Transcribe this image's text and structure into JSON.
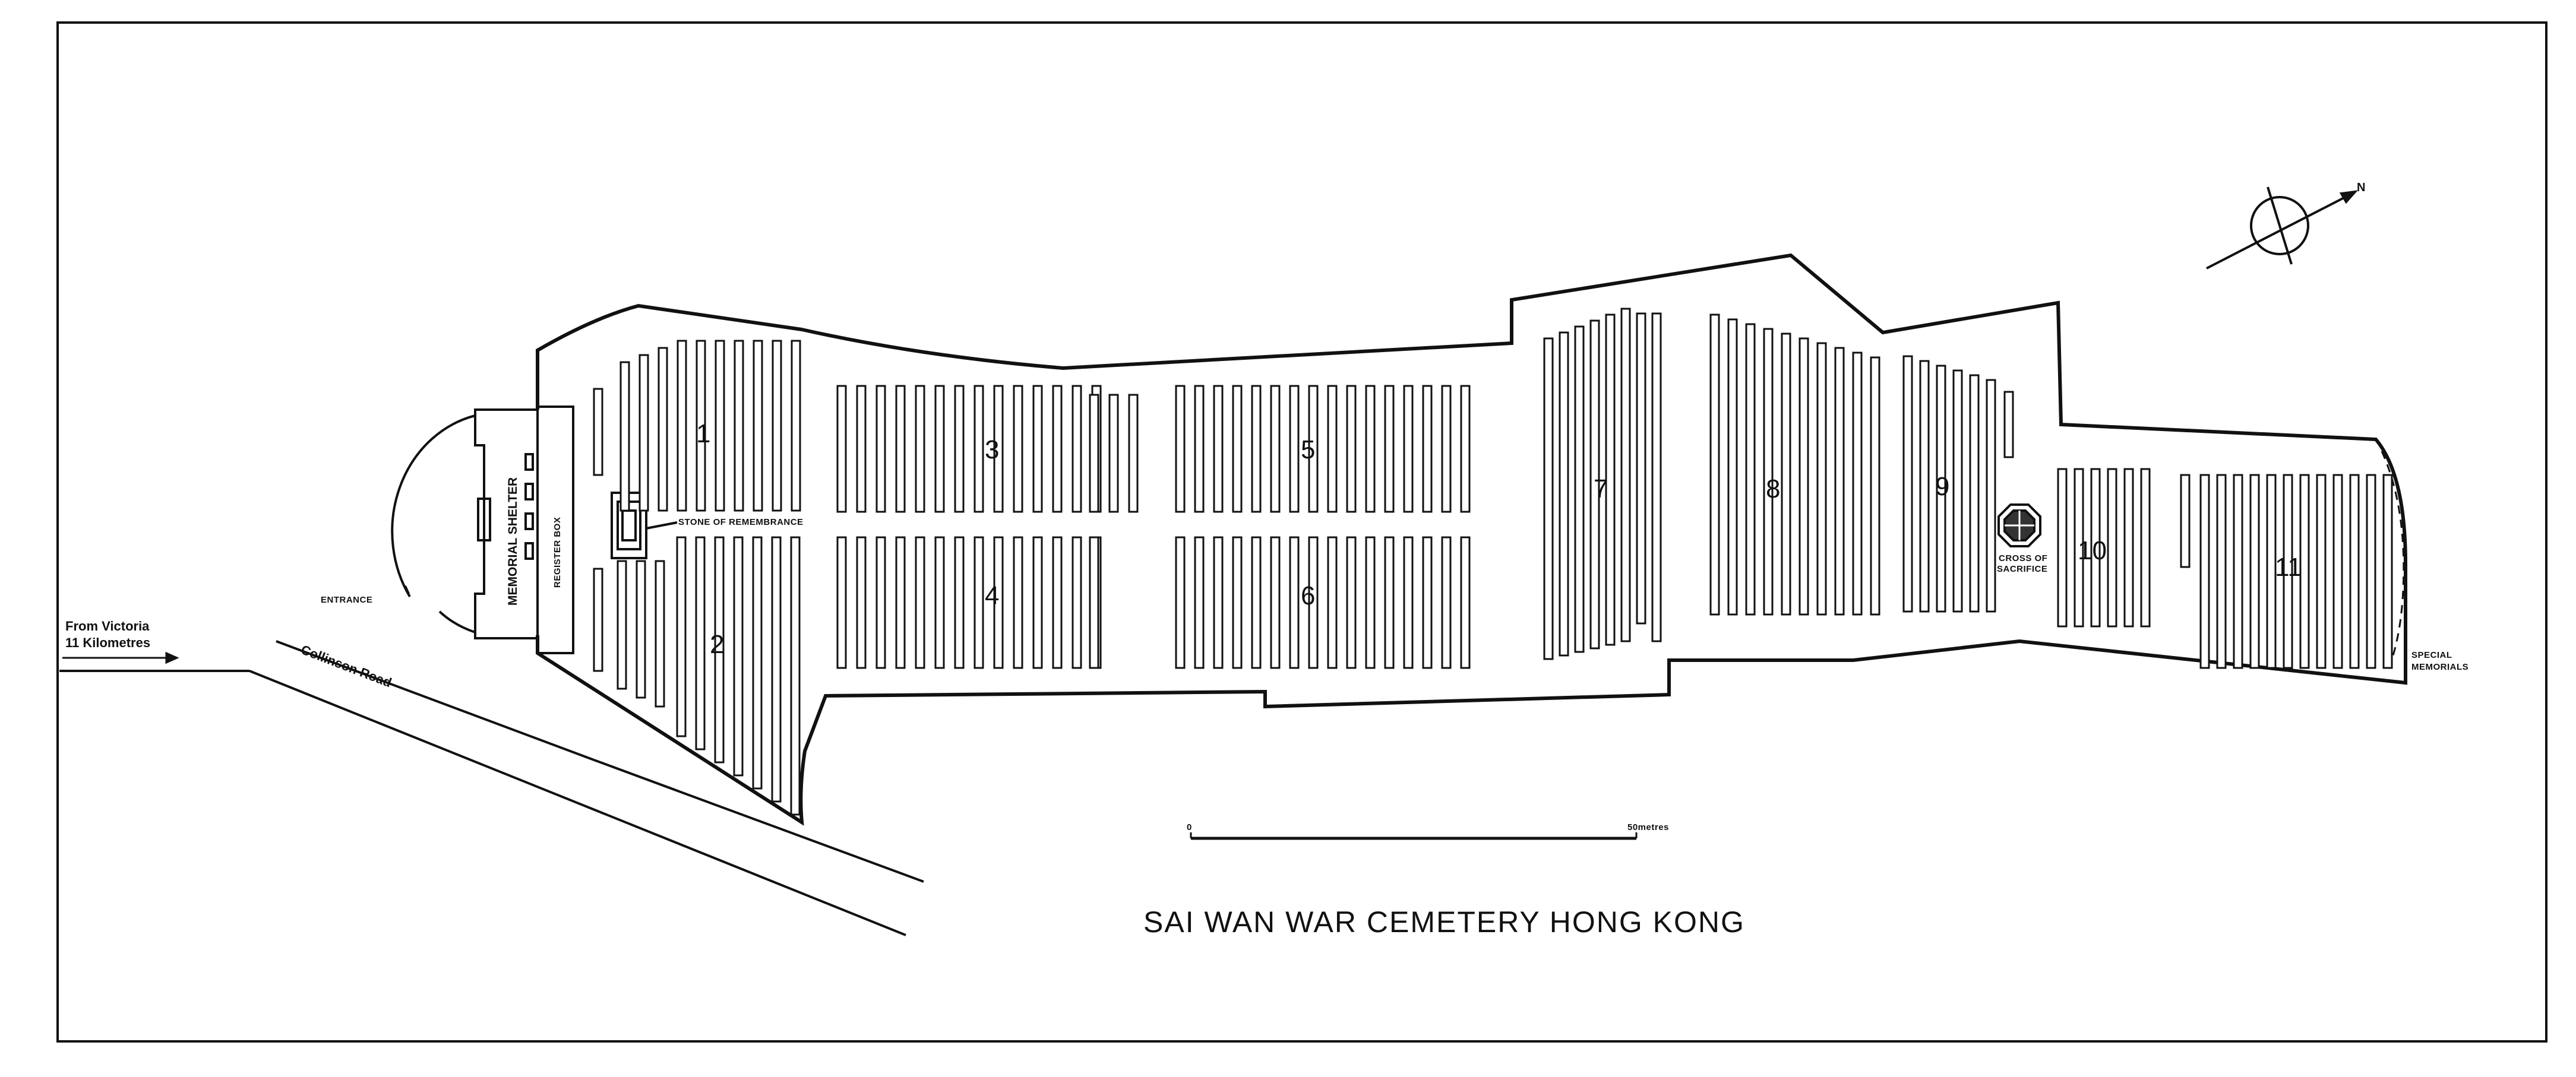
{
  "map": {
    "title": "SAI WAN  WAR CEMETERY  HONG KONG",
    "from_victoria_line1": "From Victoria",
    "from_victoria_line2": "11 Kilometres",
    "road_label": "Collinson Road",
    "entrance_label": "ENTRANCE",
    "memorial_shelter_label": "MEMORIAL SHELTER",
    "register_box_label": "REGISTER BOX",
    "stone_label": "STONE OF REMEMBRANCE",
    "cross_label_line1": "CROSS OF",
    "cross_label_line2": "SACRIFICE",
    "special_line1": "SPECIAL",
    "special_line2": "MEMORIALS",
    "scale_start": "0",
    "scale_end": "50metres",
    "north_label": "N",
    "plots": [
      "1",
      "2",
      "3",
      "4",
      "5",
      "6",
      "7",
      "8",
      "9",
      "10",
      "11"
    ]
  }
}
